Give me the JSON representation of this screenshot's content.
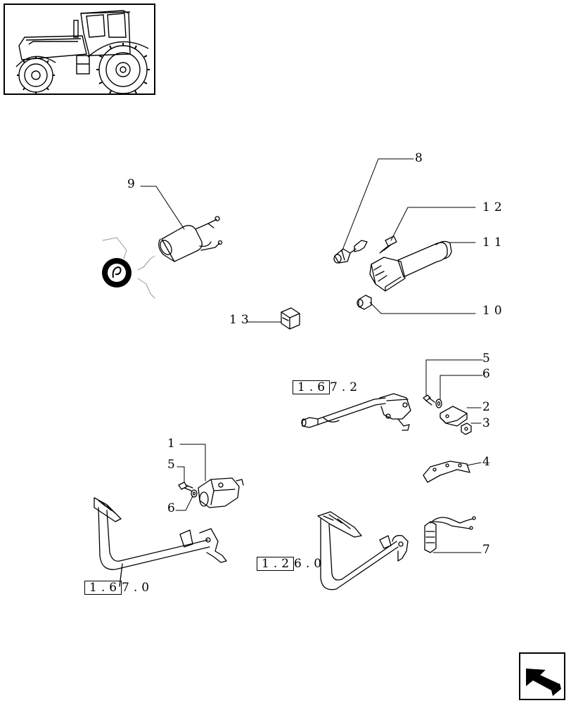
{
  "callouts": {
    "c1": "1",
    "c2": "2",
    "c3": "3",
    "c4": "4",
    "c5a": "5",
    "c5b": "5",
    "c6a": "6",
    "c6b": "6",
    "c7": "7",
    "c8": "8",
    "c9": "9",
    "c10": "10",
    "c11": "11",
    "c12": "12",
    "c13": "13"
  },
  "references": {
    "r1": {
      "boxed": "1.6",
      "rest": "7.2"
    },
    "r2": {
      "boxed": "1.2",
      "rest": "6.0"
    },
    "r3": {
      "boxed": "1.6",
      "rest": "7.0"
    }
  },
  "icons": {
    "thumbnail": "tractor-thumbnail",
    "nav": "next-page-arrow-icon",
    "sealed": "sealed-kit-icon"
  },
  "colors": {
    "line": "#000000",
    "background": "#ffffff",
    "phantom": "#999999"
  }
}
